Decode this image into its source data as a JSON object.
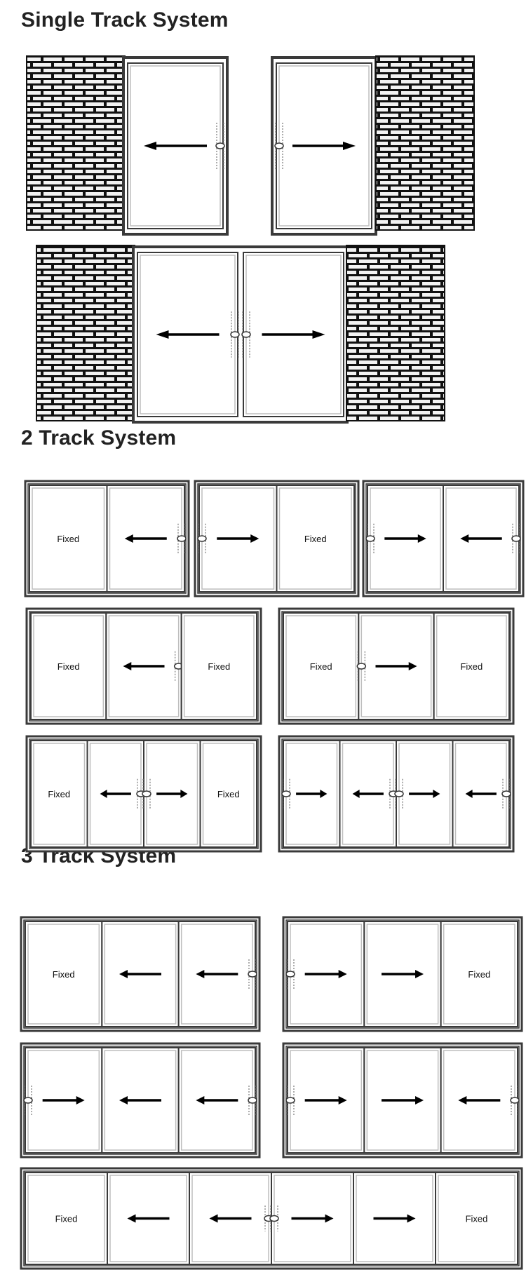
{
  "headings": {
    "single": "Single Track System",
    "two": "2 Track System",
    "three": "3 Track System"
  },
  "fixed_label": "Fixed",
  "colors": {
    "frame": "#3a3a3a",
    "frame_light": "#bdbdbd",
    "brick_mortar": "#111111",
    "brick": "#f2f2f2",
    "arrow": "#000000"
  },
  "diagrams": {
    "single_track": [
      {
        "wall": "left",
        "panel": {
          "arrow": "left",
          "handle": "right"
        }
      },
      {
        "wall": "right",
        "panel": {
          "arrow": "right",
          "handle": "left"
        }
      },
      {
        "pair": true,
        "walls": [
          "left",
          "right"
        ],
        "panels": [
          {
            "arrow": "left",
            "handle": "right"
          },
          {
            "arrow": "right",
            "handle": "left"
          }
        ]
      }
    ],
    "two_track": [
      {
        "panels": [
          {
            "type": "fixed"
          },
          {
            "arrow": "left",
            "handle": "right"
          }
        ]
      },
      {
        "panels": [
          {
            "arrow": "right",
            "handle": "left"
          },
          {
            "type": "fixed"
          }
        ]
      },
      {
        "panels": [
          {
            "arrow": "right",
            "handle": "left"
          },
          {
            "arrow": "left",
            "handle": "right"
          }
        ]
      },
      {
        "panels": [
          {
            "type": "fixed"
          },
          {
            "arrow": "left",
            "handle": "right"
          },
          {
            "type": "fixed"
          }
        ]
      },
      {
        "panels": [
          {
            "type": "fixed"
          },
          {
            "arrow": "right",
            "handle": "left"
          },
          {
            "type": "fixed"
          }
        ]
      },
      {
        "panels": [
          {
            "type": "fixed"
          },
          {
            "arrow": "left",
            "handle": "right"
          },
          {
            "arrow": "right",
            "handle": "left"
          },
          {
            "type": "fixed"
          }
        ]
      },
      {
        "panels": [
          {
            "arrow": "right",
            "handle": "left"
          },
          {
            "arrow": "left",
            "handle": "right"
          },
          {
            "arrow": "right",
            "handle": "left"
          },
          {
            "arrow": "left",
            "handle": "right"
          }
        ]
      }
    ],
    "three_track": [
      {
        "panels": [
          {
            "type": "fixed"
          },
          {
            "arrow": "left"
          },
          {
            "arrow": "left",
            "handle": "right"
          }
        ]
      },
      {
        "panels": [
          {
            "arrow": "right",
            "handle": "left"
          },
          {
            "arrow": "right"
          },
          {
            "type": "fixed"
          }
        ]
      },
      {
        "panels": [
          {
            "arrow": "right",
            "handle": "left"
          },
          {
            "arrow": "left"
          },
          {
            "arrow": "left",
            "handle": "right"
          }
        ]
      },
      {
        "panels": [
          {
            "arrow": "right",
            "handle": "left"
          },
          {
            "arrow": "right"
          },
          {
            "arrow": "left",
            "handle": "right"
          }
        ]
      },
      {
        "panels": [
          {
            "type": "fixed"
          },
          {
            "arrow": "left"
          },
          {
            "arrow": "left",
            "handle": "right"
          },
          {
            "arrow": "right",
            "handle": "left"
          },
          {
            "arrow": "right"
          },
          {
            "type": "fixed"
          }
        ]
      }
    ]
  }
}
